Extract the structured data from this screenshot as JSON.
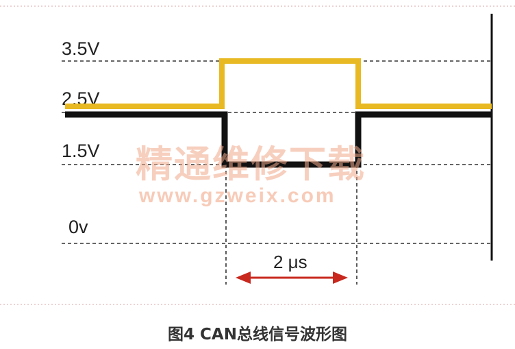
{
  "levels": [
    {
      "label": "3.5V",
      "value": 3.5
    },
    {
      "label": "2.5V",
      "value": 2.5
    },
    {
      "label": "1.5V",
      "value": 1.5
    },
    {
      "label": "0v",
      "value": 0
    }
  ],
  "signals": [
    {
      "id": "CAN_H",
      "color": "#e8b922",
      "recessive": 2.5,
      "dominant": 3.5
    },
    {
      "id": "CAN_L",
      "color": "#111111",
      "recessive": 2.5,
      "dominant": 1.5
    }
  ],
  "dominant_duration": "2 μs",
  "watermark": {
    "text": "精通维修下载",
    "url": "www.gzweix.com"
  },
  "caption": "图4 CAN总线信号波形图",
  "colors": {
    "can_h": "#e8b922",
    "can_l": "#111111",
    "arrow": "#c8281e",
    "grid": "#333333",
    "watermark": "#f2a98a"
  }
}
